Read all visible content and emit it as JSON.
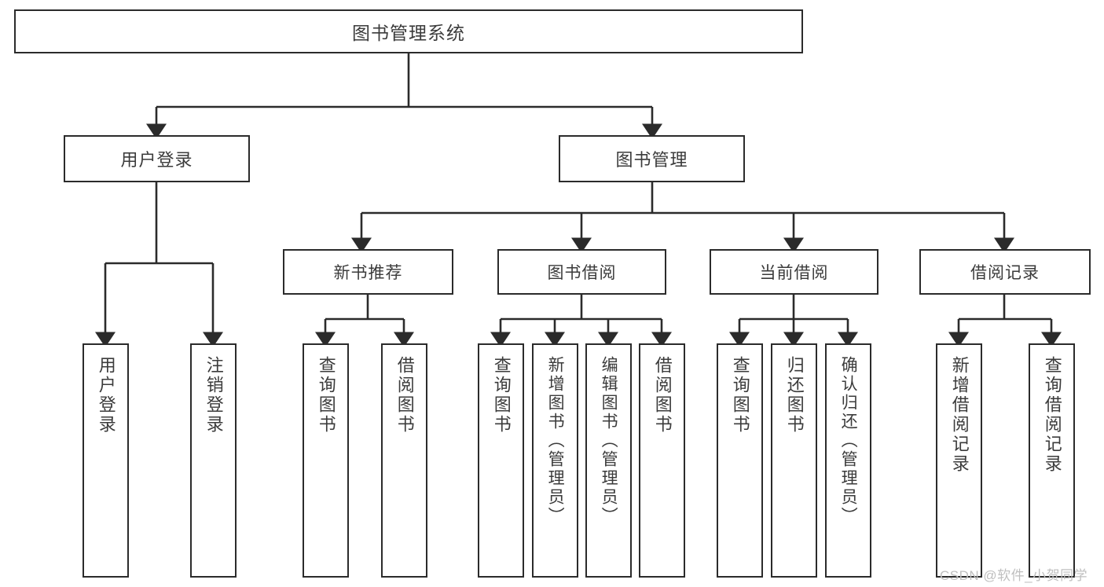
{
  "diagram": {
    "title": "图书管理系统",
    "type": "tree-hierarchy",
    "root": {
      "label": "图书管理系统"
    },
    "level2": [
      {
        "label": "用户登录"
      },
      {
        "label": "图书管理"
      }
    ],
    "level3": [
      {
        "label": "新书推荐"
      },
      {
        "label": "图书借阅"
      },
      {
        "label": "当前借阅"
      },
      {
        "label": "借阅记录"
      }
    ],
    "leaves": {
      "user_login": [
        {
          "label": "用户登录"
        },
        {
          "label": "注销登录"
        }
      ],
      "new_book_recommend": [
        {
          "label": "查询图书"
        },
        {
          "label": "借阅图书"
        }
      ],
      "book_borrow": [
        {
          "label": "查询图书"
        },
        {
          "label": "新增图书（管理员）"
        },
        {
          "label": "编辑图书（管理员）"
        },
        {
          "label": "借阅图书"
        }
      ],
      "current_borrow": [
        {
          "label": "查询图书"
        },
        {
          "label": "归还图书"
        },
        {
          "label": "确认归还（管理员）"
        }
      ],
      "borrow_record": [
        {
          "label": "新增借阅记录"
        },
        {
          "label": "查询借阅记录"
        }
      ]
    }
  },
  "watermark": {
    "text": "CSDN @软件_小贺同学"
  },
  "colors": {
    "border": "#2b2b2b",
    "text": "#3b3b3b",
    "background": "#ffffff",
    "watermark": "#bfbfbf"
  }
}
